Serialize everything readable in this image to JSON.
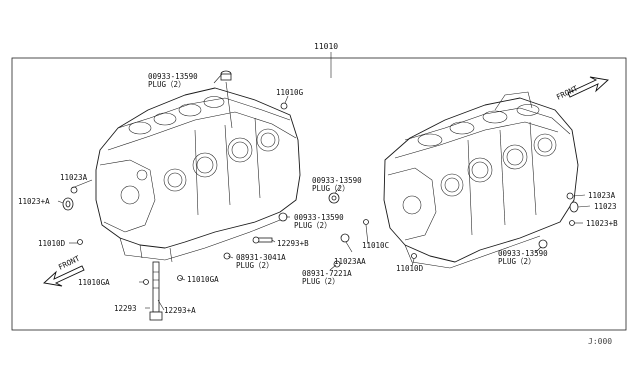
{
  "diagram": {
    "main_part": "11010",
    "labels": {
      "plug_top": "00933-13590",
      "plug_top_qty": "PLUG（2）",
      "p11010g": "11010G",
      "p11023a_left": "11023A",
      "p11023_a_left": "11023+A",
      "p11010d_left": "11010D",
      "front_left": "FRONT",
      "p11010ga_left": "11010GA",
      "p11010ga_mid": "11010GA",
      "p12293": "12293",
      "p12293_a": "12293+A",
      "plug_mid": "00933-13590",
      "plug_mid_qty": "PLUG（2）",
      "p12293_b": "12293+B",
      "plug_3041": "08931-3041A",
      "plug_3041_qty": "PLUG（2）",
      "plug_center": "00933-13590",
      "plug_center_qty": "PLUG（2）",
      "p11010c": "11010C",
      "p11023aa": "11023AA",
      "plug_7221": "08931-7221A",
      "plug_7221_qty": "PLUG（2）",
      "p11010d_right": "11010D",
      "front_right": "FRONT",
      "p11023a_right": "11023A",
      "p11023_right": "11023",
      "p11023_b_right": "11023+B",
      "plug_right": "00933-13590",
      "plug_right_qty": "PLUG（2）"
    },
    "corner_code": "J:000"
  }
}
